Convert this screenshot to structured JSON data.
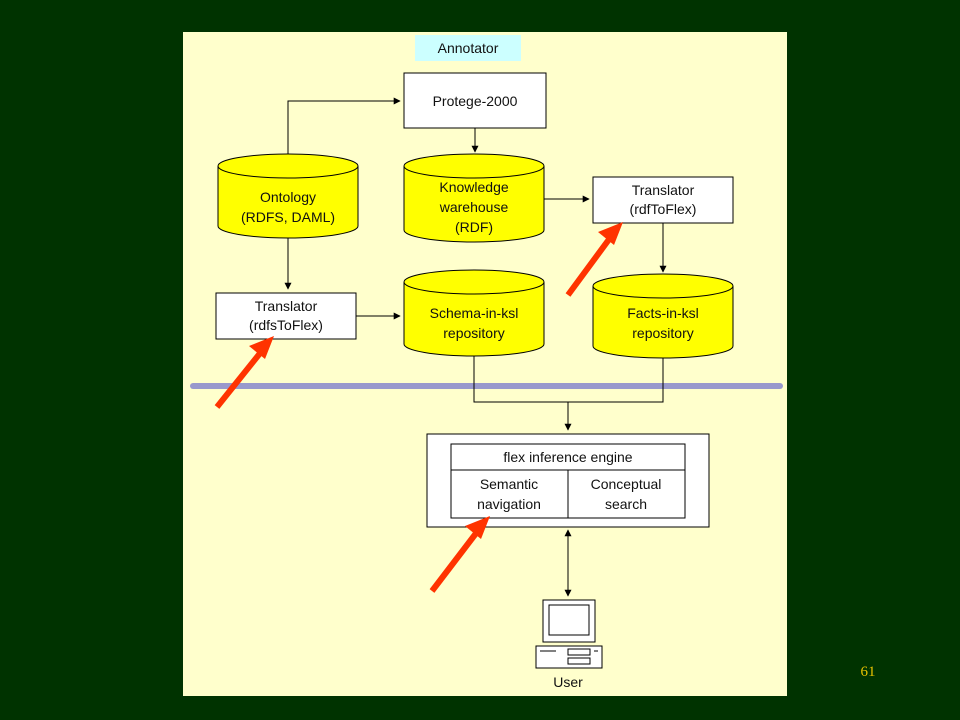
{
  "slide_number": "61",
  "colors": {
    "slide_background": "#003300",
    "panel_background": "#ffffcc",
    "cylinder_fill": "#ffff00",
    "arrow_accent": "#ff3300",
    "separator": "#9999cc",
    "annotator_tag": "#ccffff"
  },
  "diagram": {
    "annotator_label": "Annotator",
    "protege": "Protege-2000",
    "ontology": {
      "line1": "Ontology",
      "line2": "(RDFS, DAML)"
    },
    "knowledge_warehouse": {
      "line1": "Knowledge",
      "line2": "warehouse",
      "line3": "(RDF)"
    },
    "translator_rdf": {
      "line1": "Translator",
      "line2": "(rdfToFlex)"
    },
    "translator_rdfs": {
      "line1": "Translator",
      "line2": "(rdfsToFlex)"
    },
    "schema_repo": {
      "line1": "Schema-in-ksl",
      "line2": "repository"
    },
    "facts_repo": {
      "line1": "Facts-in-ksl",
      "line2": "repository"
    },
    "engine": {
      "title": "flex inference engine",
      "left": {
        "line1": "Semantic",
        "line2": "navigation"
      },
      "right": {
        "line1": "Conceptual",
        "line2": "search"
      }
    },
    "user_label": "User",
    "user_icon": "computer-icon",
    "callout_icon": "red-arrow-icon"
  }
}
